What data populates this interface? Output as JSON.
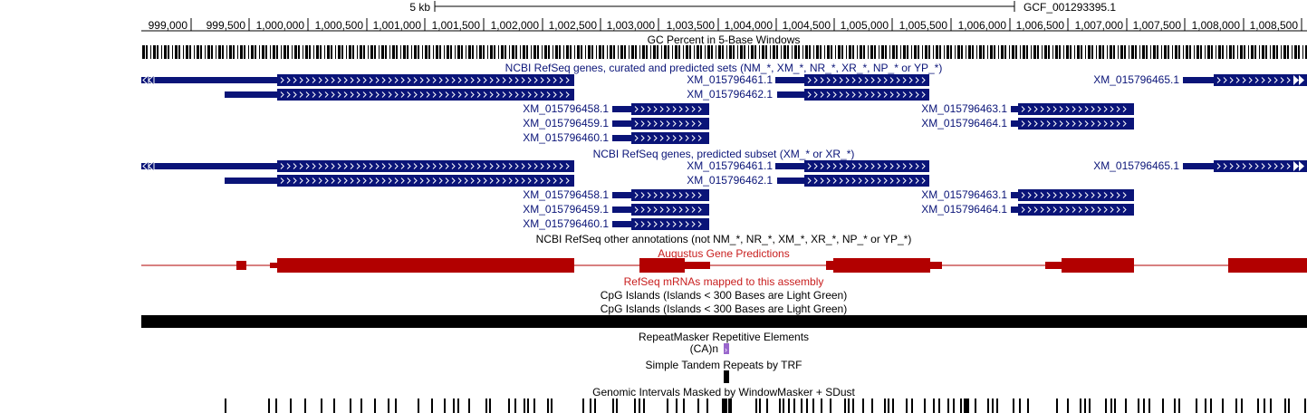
{
  "scale": {
    "label": "5 kb",
    "assembly": "GCF_001293395.1"
  },
  "ruler": {
    "ticks": [
      "999,000",
      "999,500",
      "1,000,000",
      "1,000,500",
      "1,001,000",
      "1,001,500",
      "1,002,000",
      "1,002,500",
      "1,003,000",
      "1,003,500",
      "1,004,000",
      "1,004,500",
      "1,005,000",
      "1,005,500",
      "1,006,000",
      "1,006,500",
      "1,007,000",
      "1,007,500",
      "1,008,000",
      "1,008,500"
    ]
  },
  "tracks": {
    "gc": {
      "title": "GC Percent in 5-Base Windows"
    },
    "refseq_all": {
      "title": "NCBI RefSeq genes, curated and predicted sets (NM_*, XM_*, NR_*, XR_*, NP_* or YP_*)"
    },
    "refseq_predicted": {
      "title": "NCBI RefSeq genes, predicted subset (XM_* or XR_*)"
    },
    "refseq_other": {
      "title": "NCBI RefSeq other annotations (not NM_*, NR_*, XM_*, XR_*, NP_* or YP_*)"
    },
    "augustus": {
      "title": "Augustus Gene Predictions"
    },
    "mrna": {
      "title": "RefSeq mRNAs mapped to this assembly"
    },
    "cpg1": {
      "title": "CpG Islands (Islands < 300 Bases are Light Green)"
    },
    "cpg2": {
      "title": "CpG Islands (Islands < 300 Bases are Light Green)"
    },
    "rmsk": {
      "title": "RepeatMasker Repetitive Elements",
      "element": "(CA)n"
    },
    "trf": {
      "title": "Simple Tandem Repeats by TRF"
    },
    "wm": {
      "title": "Genomic Intervals Masked by WindowMasker + SDust"
    }
  },
  "genes": {
    "xm461": "XM_015796461.1",
    "xm462": "XM_015796462.1",
    "xm458": "XM_015796458.1",
    "xm459": "XM_015796459.1",
    "xm460": "XM_015796460.1",
    "xm463": "XM_015796463.1",
    "xm464": "XM_015796464.1",
    "xm465": "XM_015796465.1"
  },
  "colors": {
    "gene": "#0a1478",
    "augustus": "#b20000",
    "augustus_text": "#c81e1e",
    "repeat": "#9966cc",
    "black": "#000000"
  }
}
